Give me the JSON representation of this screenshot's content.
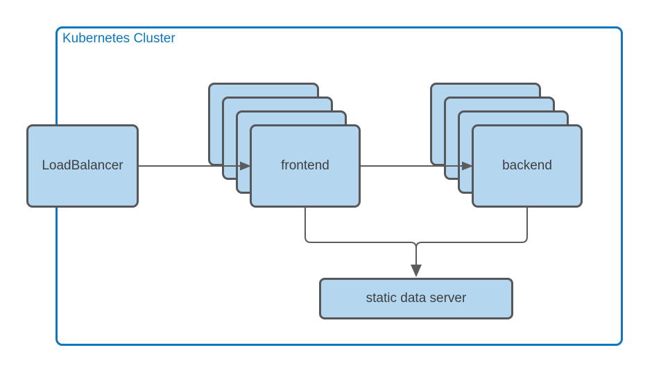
{
  "diagram": {
    "cluster": {
      "label": "Kubernetes Cluster"
    },
    "nodes": {
      "load_balancer": {
        "label": "LoadBalancer"
      },
      "frontend": {
        "label": "frontend",
        "replicas_shown": 4
      },
      "backend": {
        "label": "backend",
        "replicas_shown": 4
      },
      "static_data_server": {
        "label": "static data server"
      }
    },
    "edges": [
      {
        "from": "LoadBalancer",
        "to": "frontend",
        "style": "arrow-right"
      },
      {
        "from": "frontend",
        "to": "backend",
        "style": "arrow-right"
      },
      {
        "from": "frontend",
        "to": "static data server",
        "style": "merge-arrow-down"
      },
      {
        "from": "backend",
        "to": "static data server",
        "style": "merge-arrow-down"
      }
    ],
    "colors": {
      "node_fill": "#b4d6ee",
      "node_border": "#55575a",
      "connector": "#5a5c5e",
      "cluster_border": "#0e76bc",
      "label_text": "#3d3f42",
      "canvas_bg": "#ffffff"
    }
  }
}
